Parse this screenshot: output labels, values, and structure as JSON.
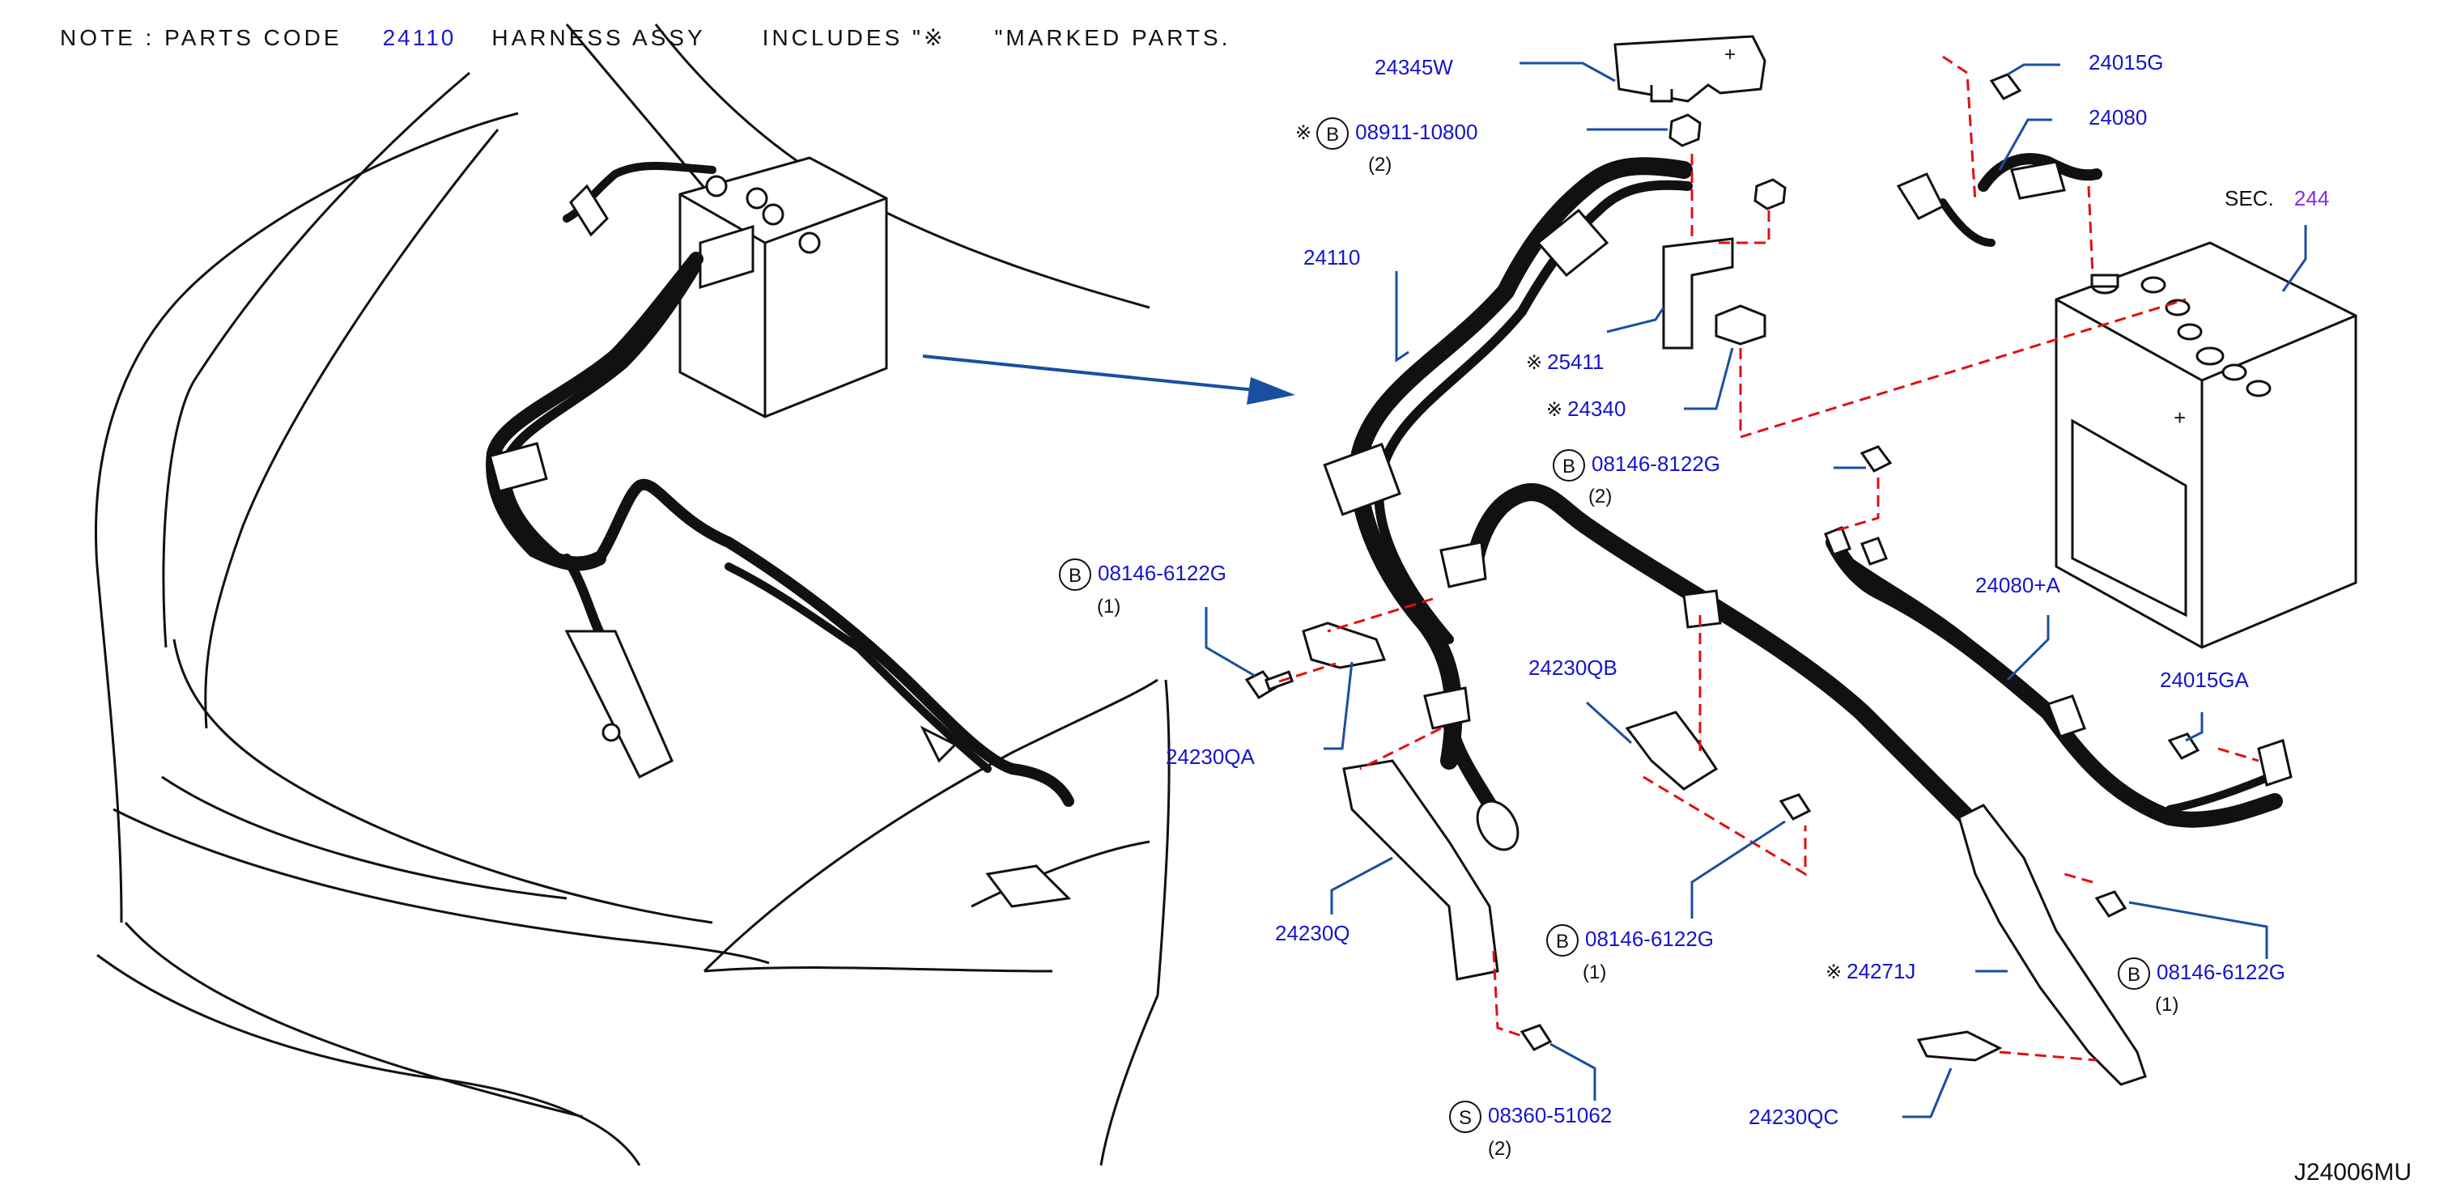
{
  "note": {
    "prefix": "NOTE : PARTS CODE",
    "code": "24110",
    "middle": "HARNESS ASSY",
    "includes": "INCLUDES \"※",
    "suffix": "\"MARKED PARTS."
  },
  "callouts": {
    "p24345w": "24345W",
    "p08911": {
      "mark": "※",
      "badge": "B",
      "code": "08911-10800",
      "qty": "(2)"
    },
    "p24110": "24110",
    "p25411": {
      "mark": "※",
      "code": "25411"
    },
    "p24340": {
      "mark": "※",
      "code": "24340"
    },
    "p08146_8122g": {
      "badge": "B",
      "code": "08146-8122G",
      "qty": "(2)"
    },
    "p24015g": "24015G",
    "p24080": "24080",
    "sec": {
      "label": "SEC.",
      "code": "244"
    },
    "p24080a": "24080+A",
    "p24015ga": "24015GA",
    "p08146_6122g_left": {
      "badge": "B",
      "code": "08146-6122G",
      "qty": "(1)"
    },
    "p24230qa": "24230QA",
    "p24230qb": "24230QB",
    "p24230q": "24230Q",
    "p08146_6122g_mid": {
      "badge": "B",
      "code": "08146-6122G",
      "qty": "(1)"
    },
    "p08360": {
      "badge": "S",
      "code": "08360-51062",
      "qty": "(2)"
    },
    "p24271j": {
      "mark": "※",
      "code": "24271J"
    },
    "p08146_6122g_right": {
      "badge": "B",
      "code": "08146-6122G",
      "qty": "(1)"
    },
    "p24230qc": "24230QC"
  },
  "drawing_id": "J24006MU",
  "colors": {
    "callout": "#1515cc",
    "leader": "#1a4fa0",
    "dash": "#e01010",
    "purple": "#8a2be2",
    "line": "#111111"
  }
}
